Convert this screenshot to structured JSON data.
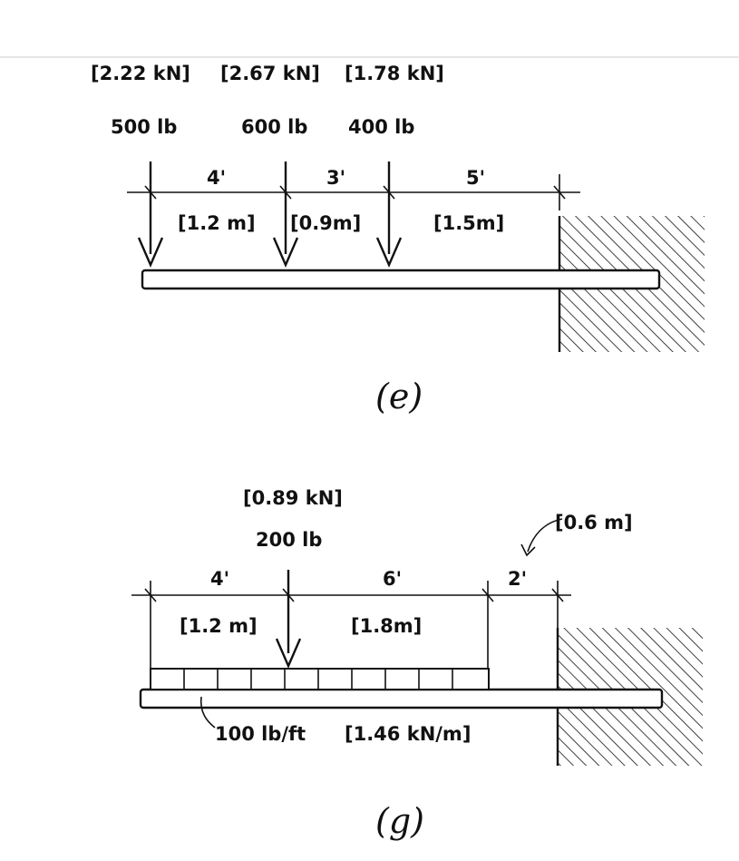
{
  "diagram_e": {
    "caption": "(e)",
    "force_kn": [
      "[2.22 kN]",
      "[2.67 kN]",
      "[1.78 kN]"
    ],
    "force_lb": [
      "500 lb",
      "600 lb",
      "400 lb"
    ],
    "dims_ft": [
      "4'",
      "3'",
      "5'"
    ],
    "dims_m": [
      "[1.2 m]",
      "[0.9m]",
      "[1.5m]"
    ]
  },
  "diagram_g": {
    "caption": "(g)",
    "point_load_kn": "[0.89 kN]",
    "point_load_lb": "200 lb",
    "dims_ft": [
      "4'",
      "6'",
      "2'"
    ],
    "dims_m": [
      "[1.2 m]",
      "[1.8m]",
      "[0.6 m]"
    ],
    "distributed_load": "100 lb/ft",
    "distributed_load_m": "[1.46 kN/m]"
  }
}
